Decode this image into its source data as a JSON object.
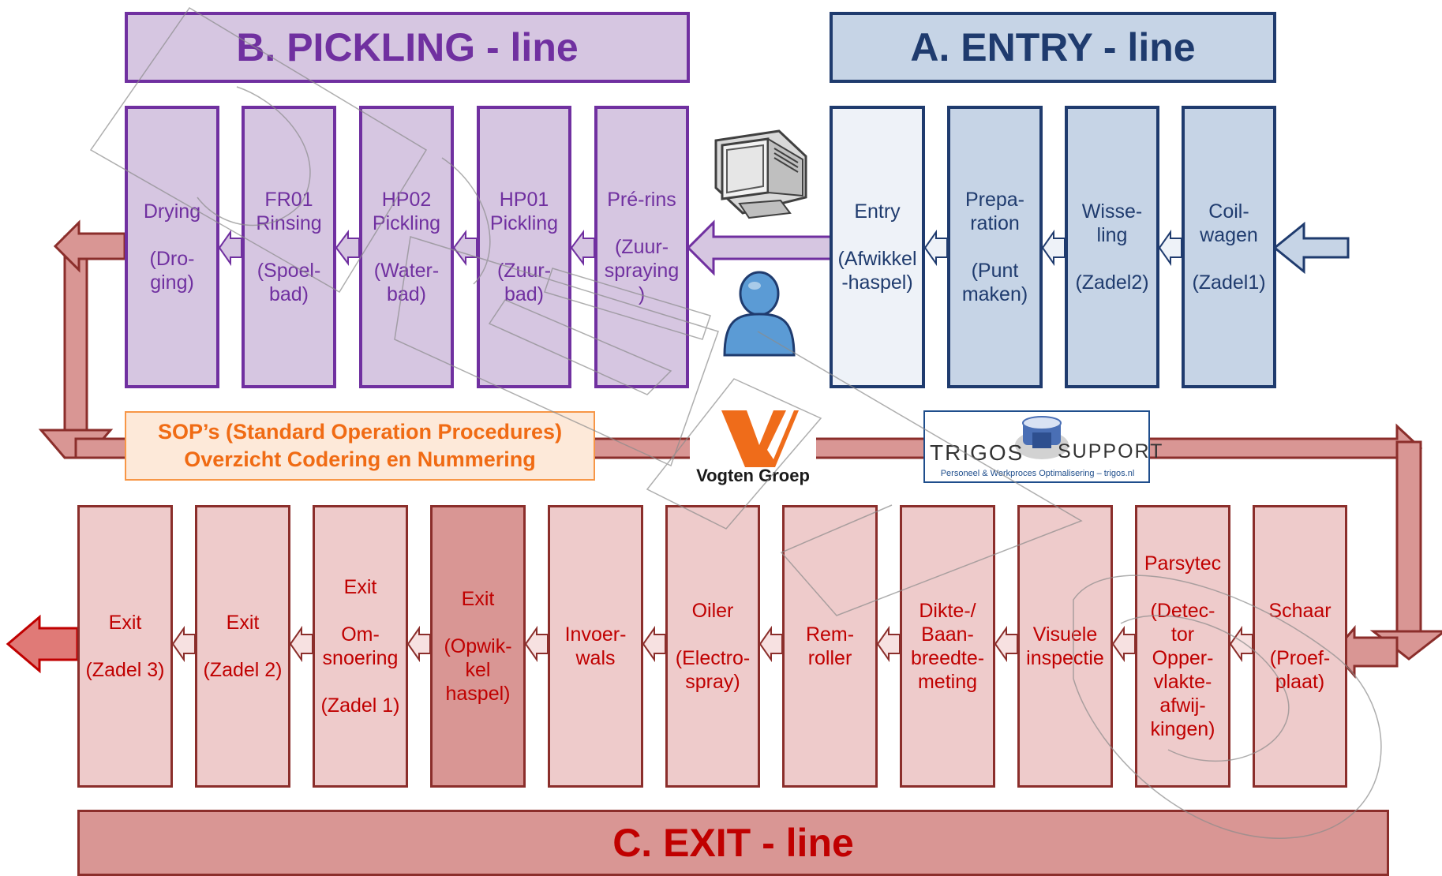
{
  "titles": {
    "entry": "A. ENTRY - line",
    "pickling": "B. PICKLING - line",
    "exit": "C. EXIT - line"
  },
  "pickling_steps": [
    {
      "line1": "Drying",
      "line2": "(Dro-\nging)"
    },
    {
      "line1": "FR01\nRinsing",
      "line2": "(Spoel-\nbad)"
    },
    {
      "line1": "HP02\nPickling",
      "line2": "(Water-\nbad)"
    },
    {
      "line1": "HP01\nPickling",
      "line2": "(Zuur-\nbad)"
    },
    {
      "line1": "Pré-rins",
      "line2": "(Zuur-\nspraying\n)"
    }
  ],
  "entry_steps": [
    {
      "line1": "Entry",
      "line2": "(Afwikkel\n-haspel)"
    },
    {
      "line1": "Prepa-\nration",
      "line2": "(Punt\nmaken)"
    },
    {
      "line1": "Wisse-\nling",
      "line2": "(Zadel2)"
    },
    {
      "line1": "Coil-\nwagen",
      "line2": "(Zadel1)"
    }
  ],
  "exit_steps": [
    {
      "line1": "Exit",
      "line2": "(Zadel 3)"
    },
    {
      "line1": "Exit",
      "line2": "(Zadel 2)"
    },
    {
      "line1": "Exit",
      "line2": "Om-\nsnoering",
      "line3": "(Zadel 1)"
    },
    {
      "line1": "Exit",
      "line2": "(Opwik-\nkel\nhaspel)"
    },
    {
      "line1": "Invoer-\nwals"
    },
    {
      "line1": "Oiler",
      "line2": "(Electro-\nspray)"
    },
    {
      "line1": "Rem-\nroller"
    },
    {
      "line1": "Dikte-/\nBaan-\nbreedte-\nmeting"
    },
    {
      "line1": "Visuele\ninspectie"
    },
    {
      "line1": "Parsytec",
      "line2": "(Detec-\ntor\nOpper-\nvlakte-\nafwij-\nkingen)"
    },
    {
      "line1": "Schaar",
      "line2": "(Proef-\nplaat)"
    }
  ],
  "sop": {
    "line1": "SOP’s (Standard Operation Procedures)",
    "line2": "Overzicht Codering en Nummering"
  },
  "logos": {
    "vogten": "Vogten Groep",
    "trigos_left": "TRIGOS",
    "trigos_right": "SUPPORT",
    "trigos_tagline": "Personeel & Werkproces Optimalisering – trigos.nl"
  },
  "icons": [
    "computer-monitor-icon",
    "person-icon"
  ],
  "colors": {
    "entry": "#1f3b6e",
    "pickling": "#7030a0",
    "exit": "#c00000",
    "sop": "#f06b14"
  }
}
